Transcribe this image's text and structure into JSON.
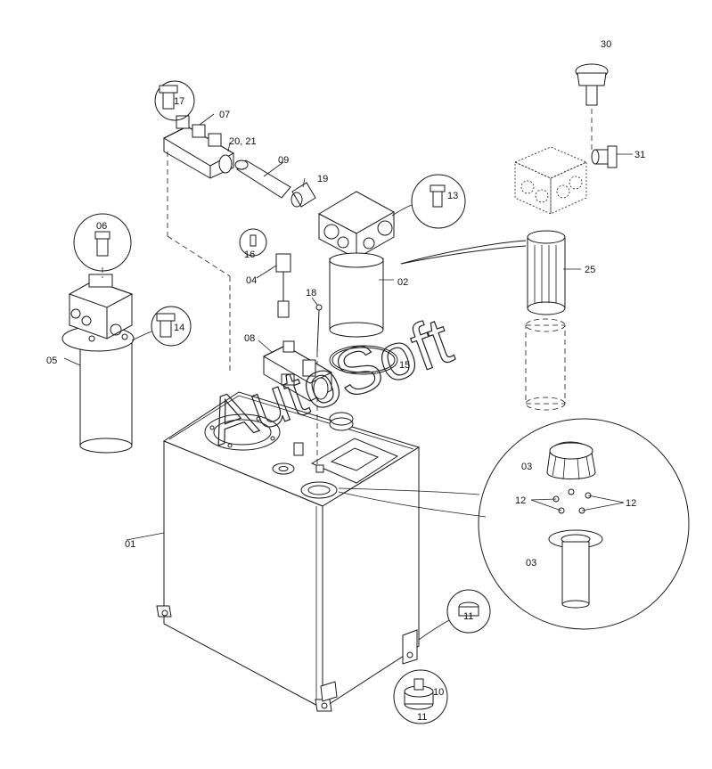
{
  "watermark": "AutoSoft",
  "callouts": {
    "c01": "01",
    "c02": "02",
    "c03a": "03",
    "c03b": "03",
    "c04": "04",
    "c05": "05",
    "c06": "06",
    "c07": "07",
    "c08": "08",
    "c09": "09",
    "c10": "10",
    "c11a": "11",
    "c11b": "11",
    "c12a": "12",
    "c12b": "12",
    "c13": "13",
    "c14": "14",
    "c15": "15",
    "c16": "16",
    "c17": "17",
    "c18": "18",
    "c19": "19",
    "c2021": "20, 21",
    "c25": "25",
    "c30": "30",
    "c31": "31"
  },
  "colors": {
    "line": "#1a1a1a",
    "background": "#ffffff"
  }
}
